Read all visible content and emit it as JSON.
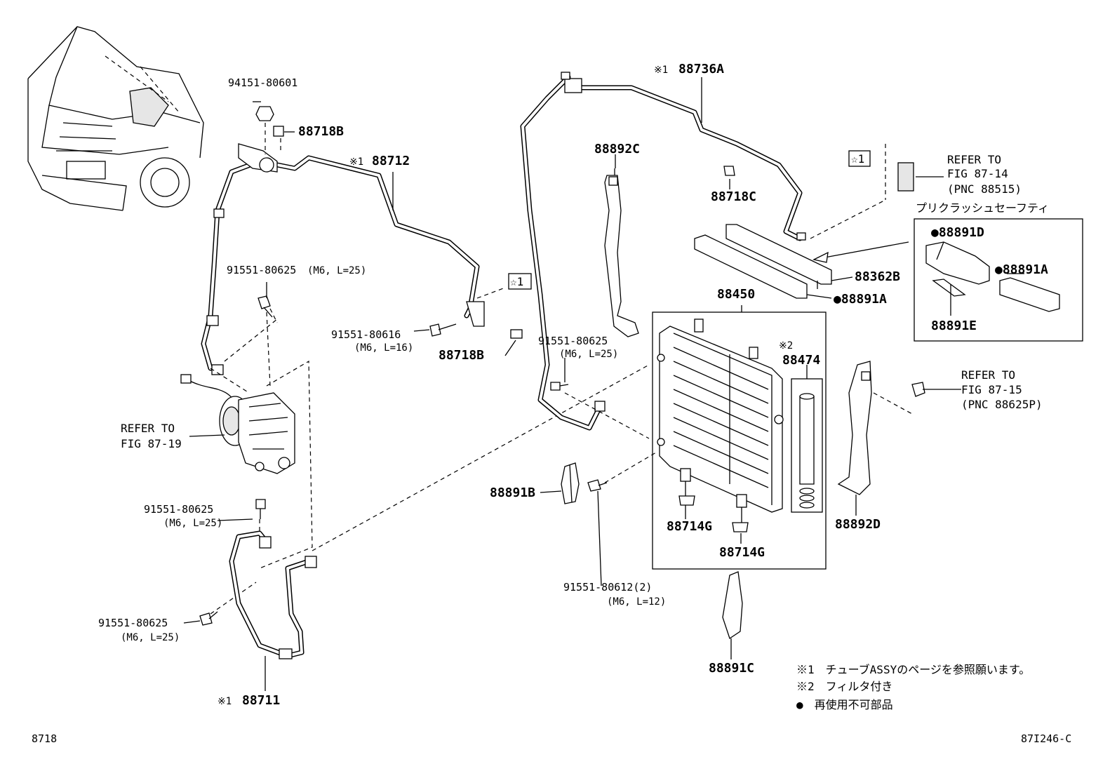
{
  "labels": {
    "p_94151": "94151-80601",
    "p_88718B_top": "88718B",
    "p_88712_mark": "※1",
    "p_88712": "88712",
    "p_91551_625_a": "91551-80625",
    "p_91551_625_a_spec": "(M6, L=25)",
    "p_star1_left": "☆1",
    "p_91551_616": "91551-80616",
    "p_91551_616_spec": "(M6, L=16)",
    "p_88718B_mid": "88718B",
    "p_refer_fig_87_19_l1": "REFER TO",
    "p_refer_fig_87_19_l2": "FIG 87-19",
    "p_91551_625_b": "91551-80625",
    "p_91551_625_b_spec": "(M6, L=25)",
    "p_91551_625_c": "91551-80625",
    "p_91551_625_c_spec": "(M6, L=25)",
    "p_88711_mark": "※1",
    "p_88711": "88711",
    "p_88736A_mark": "※1",
    "p_88736A": "88736A",
    "p_88892C": "88892C",
    "p_88718C": "88718C",
    "p_star1_right": "☆1",
    "p_refer_fig_87_14_l1": "REFER TO",
    "p_refer_fig_87_14_l2": "FIG 87-14",
    "p_refer_fig_87_14_l3": "(PNC 88515)",
    "p_precrash": "プリクラッシュセーフティ",
    "p_88891D": "●88891D",
    "p_88891A_box": "●88891A",
    "p_88891E": "88891E",
    "p_88362B": "88362B",
    "p_88891A": "●88891A",
    "p_88450": "88450",
    "p_91551_625_d": "91551-80625",
    "p_91551_625_d_spec": "(M6, L=25)",
    "p_88474_mark": "※2",
    "p_88474": "88474",
    "p_refer_fig_87_15_l1": "REFER TO",
    "p_refer_fig_87_15_l2": "FIG 87-15",
    "p_refer_fig_87_15_l3": "(PNC 88625P)",
    "p_88891B": "88891B",
    "p_88714G_a": "88714G",
    "p_88714G_b": "88714G",
    "p_88892D": "88892D",
    "p_91551_612": "91551-80612(2)",
    "p_91551_612_spec": "(M6, L=12)",
    "p_88891C": "88891C"
  },
  "notes": {
    "note1": "※1　チューブASSYのページを参照願います。",
    "note2": "※2　フィルタ付き",
    "note3": "●　再使用不可部品"
  },
  "footer": {
    "left": "8718",
    "right": "87I246-C"
  }
}
